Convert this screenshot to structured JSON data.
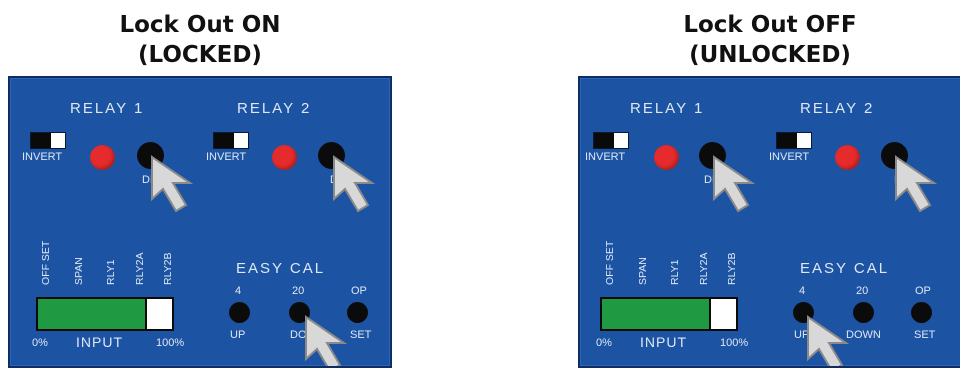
{
  "panels": [
    {
      "title_line1": "Lock Out ON",
      "title_line2": "(LOCKED)",
      "relay1": "RELAY 1",
      "relay2": "RELAY 2",
      "invert": "INVERT",
      "delay_visible": "DEL",
      "vertical_labels": [
        "OFF SET",
        "SPAN",
        "RLY1",
        "RLY2A",
        "RLY2B"
      ],
      "input_fill_fraction": 0.8,
      "input_min": "0%",
      "input_label": "INPUT",
      "input_max": "100%",
      "easy_cal": "EASY CAL",
      "cal_top": [
        "4",
        "20",
        "OP"
      ],
      "cal_bottom": [
        "UP",
        "DOW",
        "SET"
      ],
      "cursor_on": "down-button"
    },
    {
      "title_line1": "Lock Out OFF",
      "title_line2": "(UNLOCKED)",
      "relay1": "RELAY 1",
      "relay2": "RELAY 2",
      "invert": "INVERT",
      "delay_visible": "DEL",
      "vertical_labels": [
        "OFF SET",
        "SPAN",
        "RLY1",
        "RLY2A",
        "RLY2B"
      ],
      "input_fill_fraction": 0.8,
      "input_min": "0%",
      "input_label": "INPUT",
      "input_max": "100%",
      "easy_cal": "EASY CAL",
      "cal_top": [
        "4",
        "20",
        "OP"
      ],
      "cal_bottom": [
        "UP",
        "DOWN",
        "SET"
      ],
      "cursor_on": "up-button"
    }
  ],
  "colors": {
    "panel_blue": "#1c53a3",
    "led_red": "#e52b2b",
    "input_green": "#1f9a43"
  }
}
